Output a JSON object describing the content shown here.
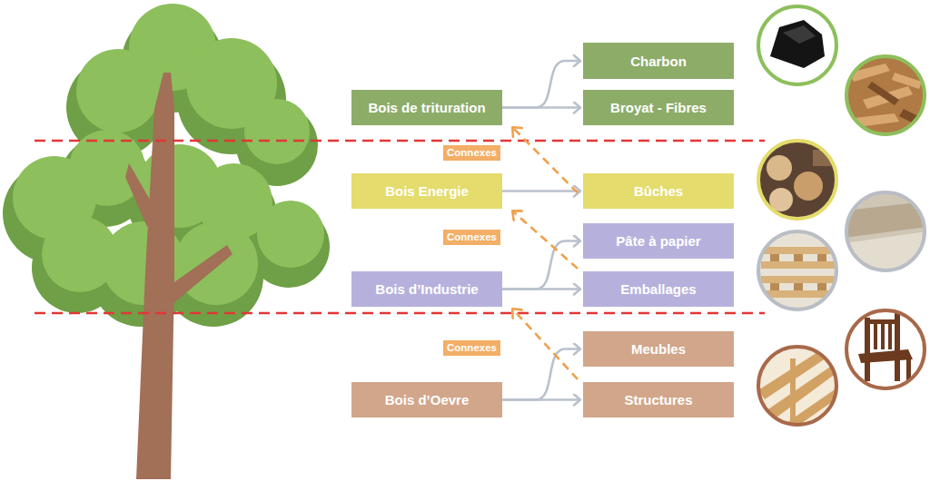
{
  "diagram": {
    "nodes": [
      {
        "text": [
          "Bois de trituration"
        ]
      },
      {
        "text": [
          "Charbon"
        ]
      },
      {
        "text": [
          "Broyat - Fibres"
        ]
      },
      {
        "text": [
          "Bois Energie"
        ]
      },
      {
        "text": [
          "Bûches"
        ]
      },
      {
        "text": [
          "Pâte à papier"
        ]
      },
      {
        "text": [
          "Bois d’Industrie"
        ]
      },
      {
        "text": [
          "Emballages"
        ]
      },
      {
        "text": [
          "Meubles"
        ]
      },
      {
        "text": [
          "Bois d’Oevre"
        ]
      },
      {
        "text": [
          "Structures"
        ]
      }
    ],
    "edges": [
      {
        "from": 0,
        "to": 1,
        "arrow": "to"
      },
      {
        "from": 0,
        "to": 2,
        "arrow": "to"
      },
      {
        "from": 3,
        "to": 4,
        "arrow": "to"
      },
      {
        "from": 6,
        "to": 5,
        "arrow": "to"
      },
      {
        "from": 6,
        "to": 7,
        "arrow": "to"
      },
      {
        "from": 9,
        "to": 8,
        "arrow": "to"
      },
      {
        "from": 9,
        "to": 10,
        "arrow": "to"
      },
      {
        "from": 4,
        "to": 0,
        "arrow": "to",
        "label": "Connexes"
      },
      {
        "from": 7,
        "to": 3,
        "arrow": "to",
        "label": "Connexes"
      },
      {
        "from": 10,
        "to": 6,
        "arrow": "to",
        "label": "Connexes"
      }
    ]
  }
}
